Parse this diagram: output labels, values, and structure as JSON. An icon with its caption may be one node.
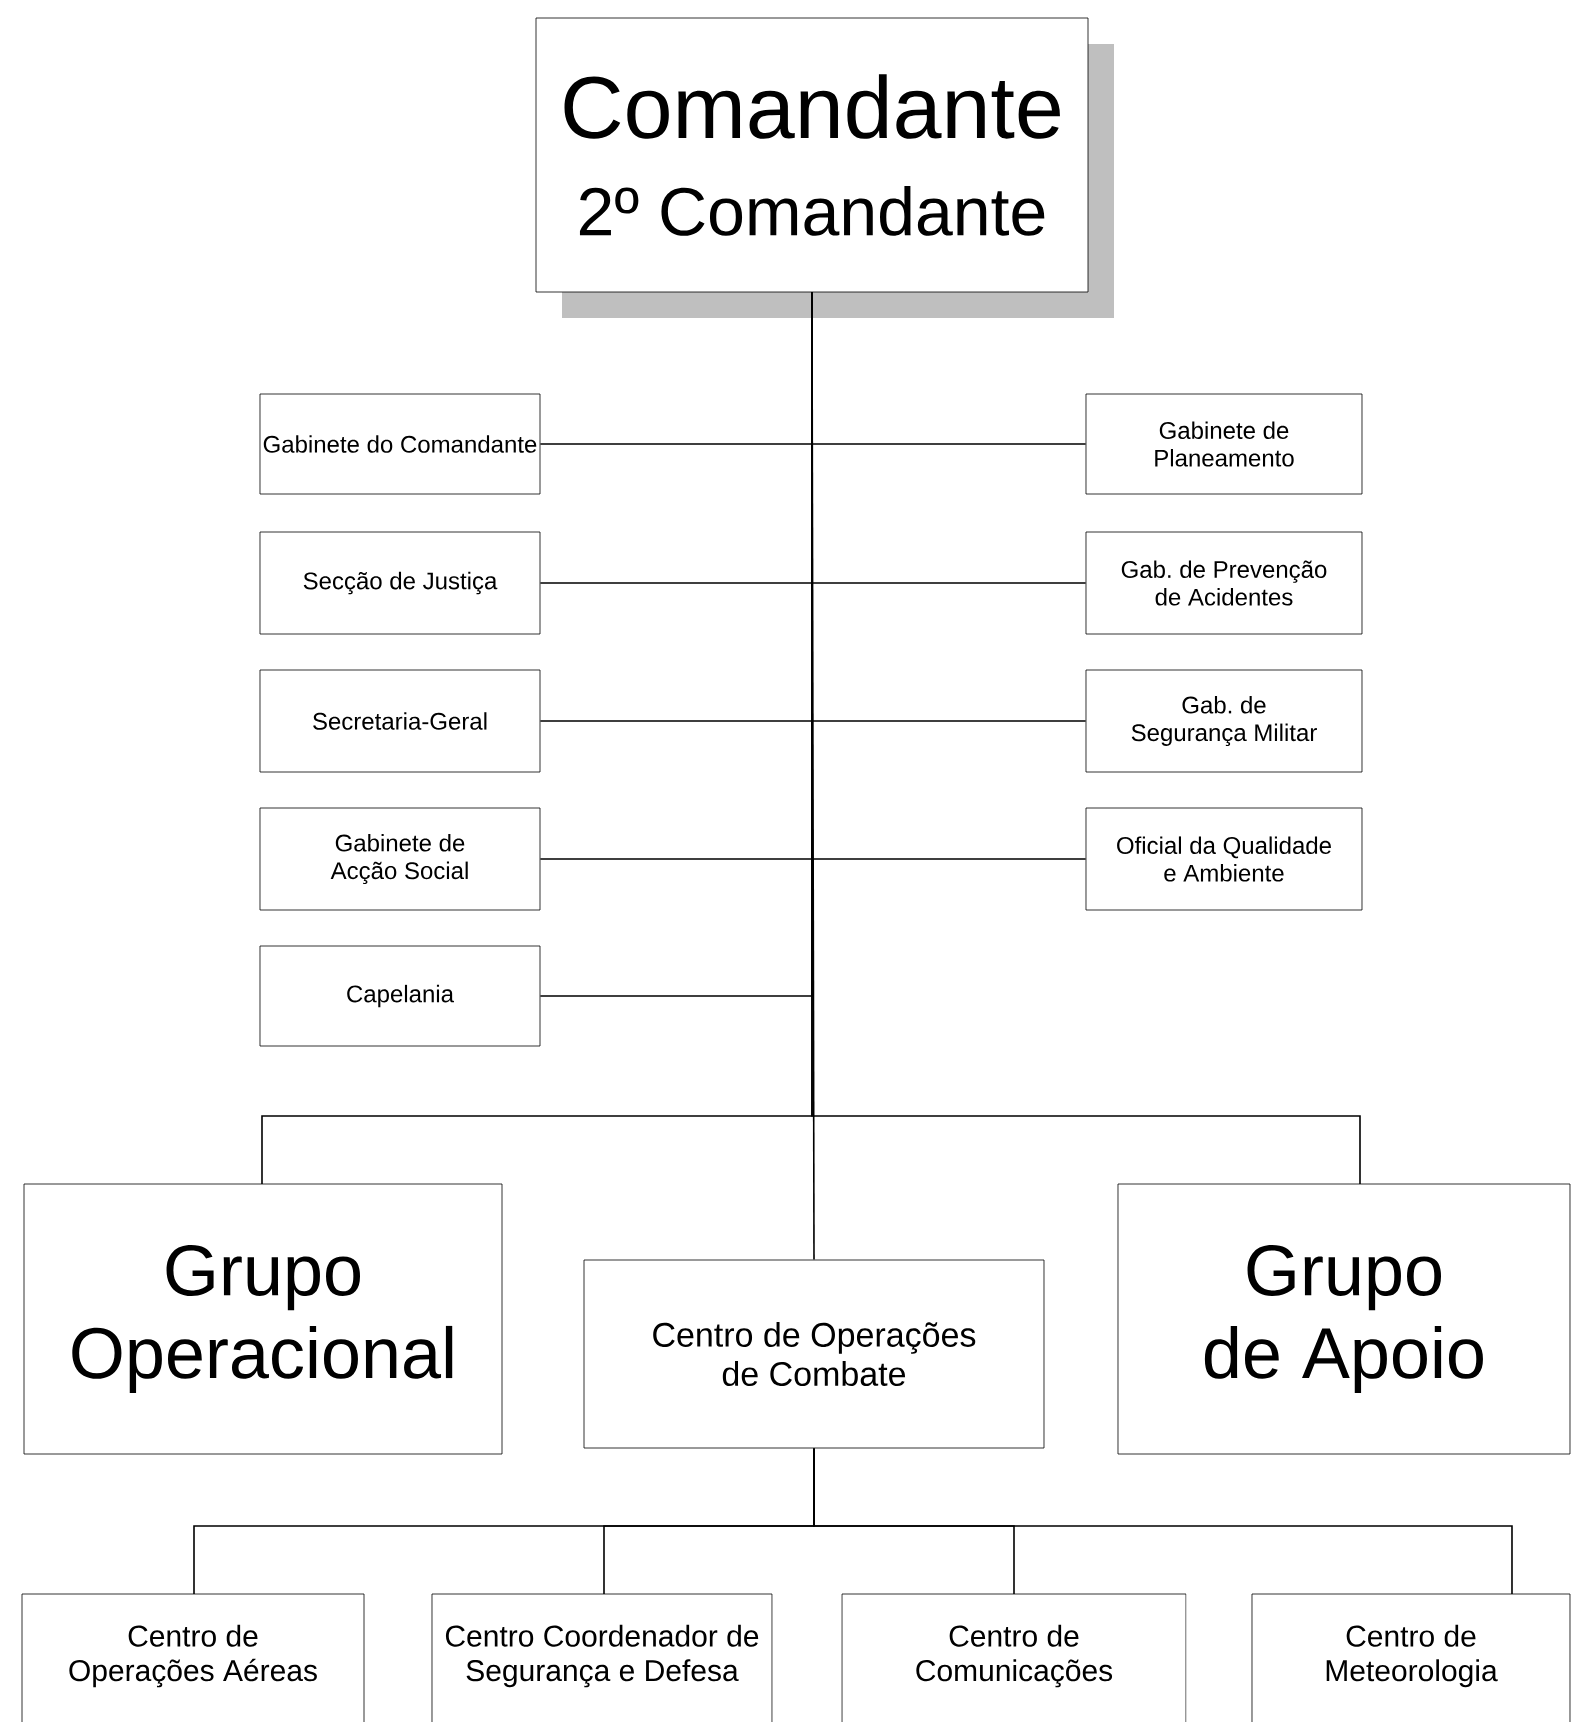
{
  "diagram": {
    "nodes": [
      {
        "text": [
          "Comandante",
          "2º Comandante"
        ]
      },
      {
        "text": [
          "Gabinete do Comandante"
        ]
      },
      {
        "text": [
          "Gabinete de Planeamento"
        ]
      },
      {
        "text": [
          "Secção de Justiça"
        ]
      },
      {
        "text": [
          "Gab. de Prevenção de Acidentes"
        ]
      },
      {
        "text": [
          "Secretaria-Geral"
        ]
      },
      {
        "text": [
          "Gab. de Segurança Militar"
        ]
      },
      {
        "text": [
          "Gabinete de Acção Social"
        ]
      },
      {
        "text": [
          "Oficial da Qualidade e Ambiente"
        ]
      },
      {
        "text": [
          "Capelania"
        ]
      },
      {
        "text": [
          "Grupo Operacional"
        ]
      },
      {
        "text": [
          "Centro de Operações de Combate"
        ]
      },
      {
        "text": [
          "Grupo de Apoio"
        ]
      },
      {
        "text": [
          "Centro de Operações Aéreas"
        ]
      },
      {
        "text": [
          "Centro Coordenador de Segurança e Defesa"
        ]
      },
      {
        "text": [
          "Centro de Comunicações"
        ]
      },
      {
        "text": [
          "Centro de Meteorologia"
        ]
      }
    ],
    "edges": [
      {
        "from": 0,
        "to": 1,
        "arrow": "none"
      },
      {
        "from": 0,
        "to": 2,
        "arrow": "none"
      },
      {
        "from": 0,
        "to": 3,
        "arrow": "none"
      },
      {
        "from": 0,
        "to": 4,
        "arrow": "none"
      },
      {
        "from": 0,
        "to": 5,
        "arrow": "none"
      },
      {
        "from": 0,
        "to": 6,
        "arrow": "none"
      },
      {
        "from": 0,
        "to": 7,
        "arrow": "none"
      },
      {
        "from": 0,
        "to": 8,
        "arrow": "none"
      },
      {
        "from": 0,
        "to": 9,
        "arrow": "none"
      },
      {
        "from": 0,
        "to": 10,
        "arrow": "none"
      },
      {
        "from": 0,
        "to": 11,
        "arrow": "none"
      },
      {
        "from": 0,
        "to": 12,
        "arrow": "none"
      },
      {
        "from": 11,
        "to": 13,
        "arrow": "none"
      },
      {
        "from": 11,
        "to": 14,
        "arrow": "none"
      },
      {
        "from": 11,
        "to": 15,
        "arrow": "none"
      },
      {
        "from": 11,
        "to": 16,
        "arrow": "none"
      }
    ]
  }
}
